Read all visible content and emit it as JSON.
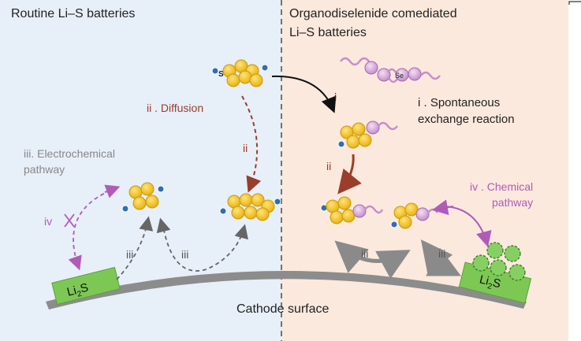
{
  "left_panel": {
    "title": "Routine Li–S batteries",
    "diffusion_label": "ii . Diffusion",
    "step_ii": "ii",
    "electrochem_line1": "iii. Electrochemical",
    "electrochem_line2": "pathway",
    "step_iv": "iv",
    "step_iii_a": "iii",
    "step_iii_b": "iii",
    "atom_s": "S"
  },
  "right_panel": {
    "title_line1": "Organodiselenide comediated",
    "title_line2": "Li–S batteries",
    "atom_se": "Se",
    "step_i": "i",
    "spontaneous_line1": "i . Spontaneous",
    "spontaneous_line2": "exchange reaction",
    "step_ii": "ii",
    "chemical_line1": "iv . Chemical",
    "chemical_line2": "pathway",
    "step_iii_a": "iii",
    "step_iii_b": "iii"
  },
  "li2s_left": {
    "base": "Li",
    "sub": "2",
    "tail": "S"
  },
  "li2s_right": {
    "base": "Li",
    "sub": "2",
    "tail": "S"
  },
  "cathode_label": "Cathode surface",
  "colors": {
    "left_bg": "#e7eff8",
    "right_bg": "#fbe9dd",
    "sulfur": "#f2c01d",
    "sulfur_edge": "#c99a0a",
    "lithium": "#2f6fb0",
    "selenium": "#d6a8d8",
    "diffusion": "#9a3d2b",
    "electrochem": "#888888",
    "chemical": "#b05bb8",
    "li2s": "#7dc855",
    "surface": "#8c8c8c"
  }
}
